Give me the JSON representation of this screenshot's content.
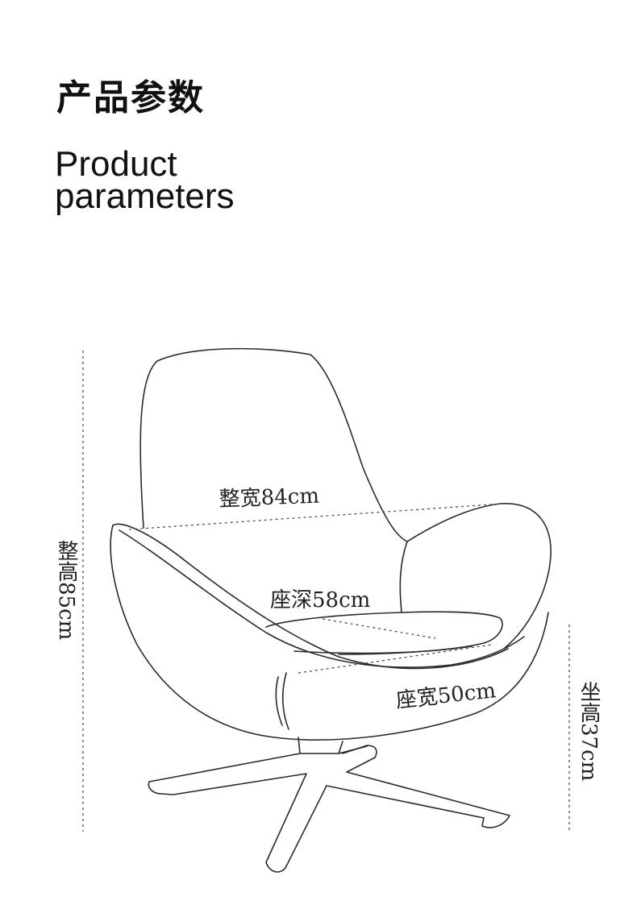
{
  "header": {
    "title_cn": "产品参数",
    "title_en_line1": "Product",
    "title_en_line2": "parameters"
  },
  "dimensions": {
    "overall_width": "整宽84cm",
    "seat_depth": "座深58cm",
    "seat_width": "座宽50cm",
    "overall_height": "整高85cm",
    "seat_height": "坐高37cm"
  },
  "colors": {
    "line": "#2a2a2a",
    "text": "#111111",
    "background": "#ffffff"
  }
}
